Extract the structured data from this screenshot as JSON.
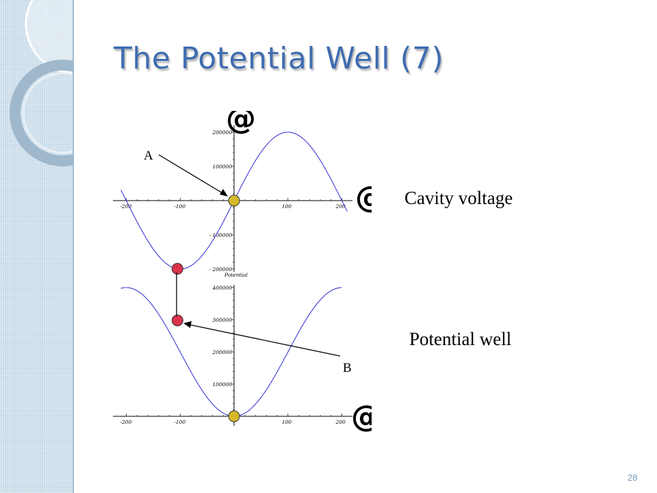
{
  "slide": {
    "title": "The Potential Well (7)",
    "number": "28"
  },
  "labels": {
    "cavity": "Cavity voltage",
    "well": "Potential well",
    "point_a": "A",
    "point_b": "B"
  },
  "colors": {
    "curve": "#3b3bd6",
    "particle_red": "#d8334a",
    "particle_yellow": "#d4b92a",
    "title": "#3e6cb0"
  },
  "chart_data": [
    {
      "type": "line",
      "series": [
        {
          "function": "amplitude * sin(2*pi*x/period)",
          "amplitude": 200000,
          "period": 400
        }
      ],
      "xlim": [
        -210,
        210
      ],
      "ylim": [
        -200000,
        200000
      ],
      "x_ticks": [
        -200,
        -100,
        100,
        200
      ],
      "y_ticks": [
        200000,
        100000,
        -100000,
        -200000
      ],
      "x_tick_labels": [
        "-200",
        "-100",
        "100",
        "200"
      ],
      "y_tick_labels": [
        "200000",
        "100000",
        "- 100000",
        "- 200000"
      ],
      "points": [
        {
          "x": 0,
          "y": 0,
          "color": "yellow"
        },
        {
          "x": -105,
          "y": -199000,
          "color": "red"
        }
      ]
    },
    {
      "type": "line",
      "ylabel": "Potential",
      "series": [
        {
          "function": "offset + amplitude * cos(2*pi*x/period)",
          "offset": 200000,
          "amplitude": -200000,
          "period": 400
        }
      ],
      "xlim": [
        -210,
        210
      ],
      "ylim": [
        0,
        400000
      ],
      "x_ticks": [
        -200,
        -100,
        100,
        200
      ],
      "y_ticks": [
        400000,
        300000,
        200000,
        100000
      ],
      "x_tick_labels": [
        "-200",
        "-100",
        "100",
        "200"
      ],
      "y_tick_labels": [
        "400000",
        "300000",
        "200000",
        "100000"
      ],
      "points": [
        {
          "x": 0,
          "y": 0,
          "color": "yellow"
        },
        {
          "x": -105,
          "y": 298000,
          "color": "red"
        }
      ]
    }
  ]
}
